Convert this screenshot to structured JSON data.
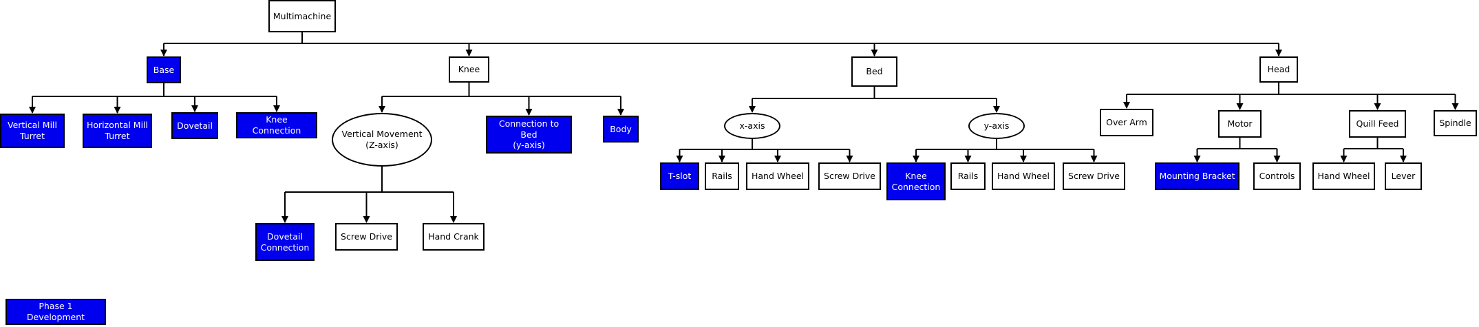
{
  "colors": {
    "phase1_fill": "#0000ee",
    "node_fill": "#ffffff",
    "edge": "#000000"
  },
  "nodes": {
    "multimachine": "Multimachine",
    "base": "Base",
    "knee": "Knee",
    "bed": "Bed",
    "head": "Head",
    "vertical_mill_turret": "Vertical Mill\nTurret",
    "horizontal_mill_turret": "Horizontal Mill\nTurret",
    "dovetail": "Dovetail",
    "knee_connection": "Knee Connection",
    "vertical_movement": "Vertical Movement\n(Z-axis)",
    "connection_to_bed": "Connection to Bed\n(y-axis)",
    "body": "Body",
    "dovetail_connection": "Dovetail\nConnection",
    "knee_screw_drive": "Screw Drive",
    "hand_crank": "Hand Crank",
    "x_axis": "x-axis",
    "y_axis": "y-axis",
    "t_slot": "T-slot",
    "x_rails": "Rails",
    "x_hand_wheel": "Hand Wheel",
    "x_screw_drive": "Screw Drive",
    "y_knee_connection": "Knee\nConnection",
    "y_rails": "Rails",
    "y_hand_wheel": "Hand Wheel",
    "y_screw_drive": "Screw Drive",
    "over_arm": "Over Arm",
    "motor": "Motor",
    "quill_feed": "Quill Feed",
    "spindle": "Spindle",
    "mounting_bracket": "Mounting Bracket",
    "controls": "Controls",
    "q_hand_wheel": "Hand Wheel",
    "lever": "Lever"
  },
  "legend": {
    "phase1_label": "Phase 1 Development"
  }
}
